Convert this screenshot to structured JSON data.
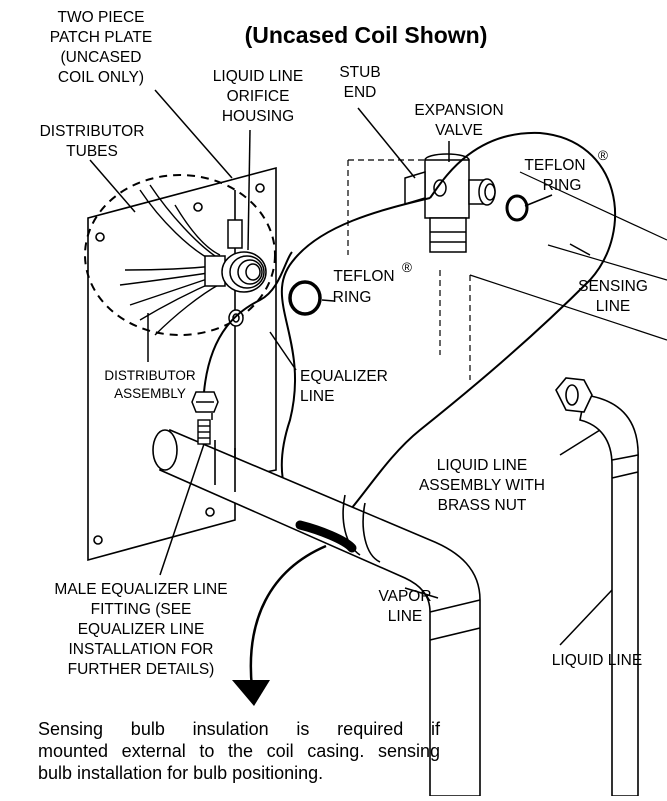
{
  "title": "(Uncased Coil Shown)",
  "labels": {
    "patch_plate": [
      "TWO PIECE",
      "PATCH PLATE",
      "(UNCASED",
      "COIL ONLY)"
    ],
    "orifice_housing": [
      "LIQUID LINE",
      "ORIFICE",
      "HOUSING"
    ],
    "stub_end": [
      "STUB",
      "END"
    ],
    "expansion_valve": [
      "EXPANSION",
      "VALVE"
    ],
    "teflon_ring_upper": [
      "TEFLON",
      "RING"
    ],
    "distributor_tubes": [
      "DISTRIBUTOR",
      "TUBES"
    ],
    "teflon_ring_lower": [
      "TEFLON",
      "RING"
    ],
    "sensing_line": [
      "SENSING",
      "LINE"
    ],
    "distributor_assembly": [
      "DISTRIBUTOR",
      "ASSEMBLY"
    ],
    "equalizer_line": [
      "EQUALIZER",
      "LINE"
    ],
    "liquid_line_assembly": [
      "LIQUID LINE",
      "ASSEMBLY WITH",
      "BRASS NUT"
    ],
    "male_fitting": [
      "MALE EQUALIZER LINE",
      "FITTING (SEE",
      "EQUALIZER LINE",
      "INSTALLATION FOR",
      "FURTHER DETAILS)"
    ],
    "vapor_line": [
      "VAPOR",
      "LINE"
    ],
    "liquid_line": [
      "LIQUID LINE"
    ],
    "registered_mark": "®"
  },
  "note": [
    "Sensing bulb insulation is required if",
    "mounted external to the coil casing. sensing",
    "bulb installation for bulb positioning."
  ]
}
